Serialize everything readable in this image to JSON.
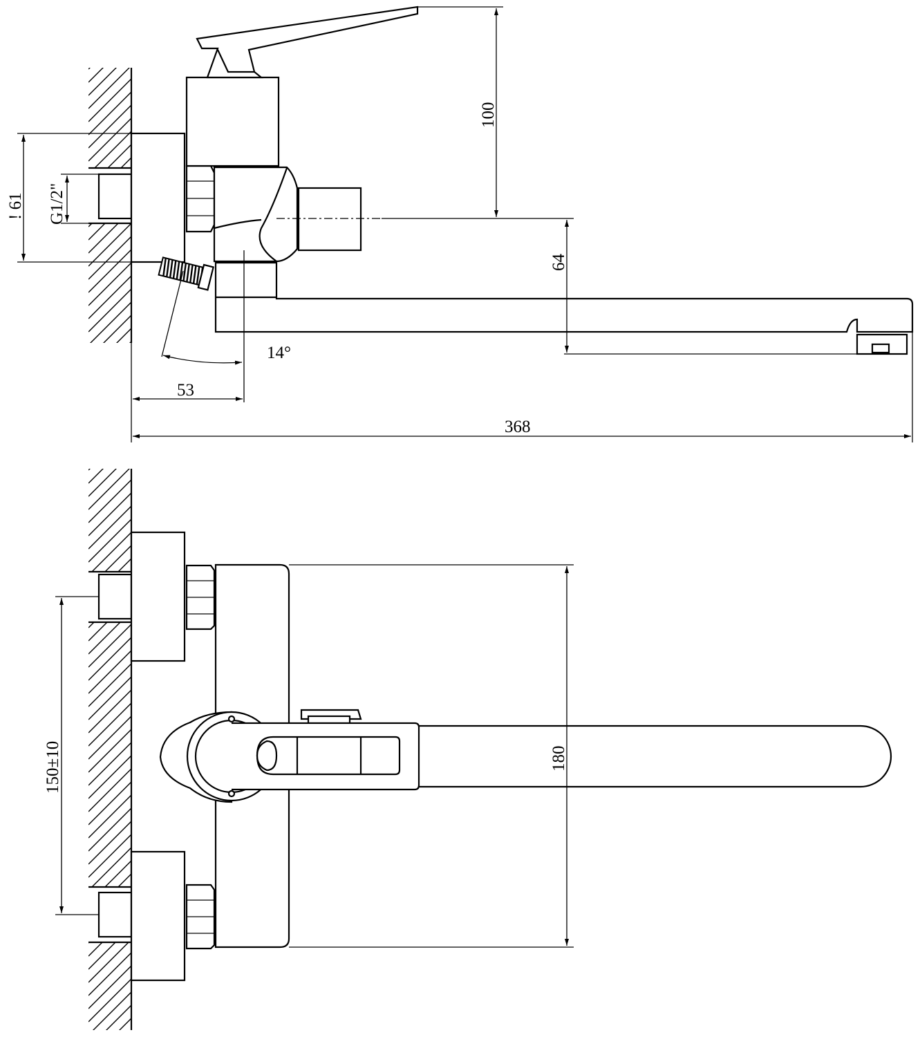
{
  "dimensions": {
    "height_handle": "100",
    "width_61": "! 61",
    "thread": "G1/2\"",
    "outlet_64": "64",
    "angle": "14°",
    "depth_53": "53",
    "total_length": "368",
    "centers": "150±10",
    "body_height": "180"
  }
}
